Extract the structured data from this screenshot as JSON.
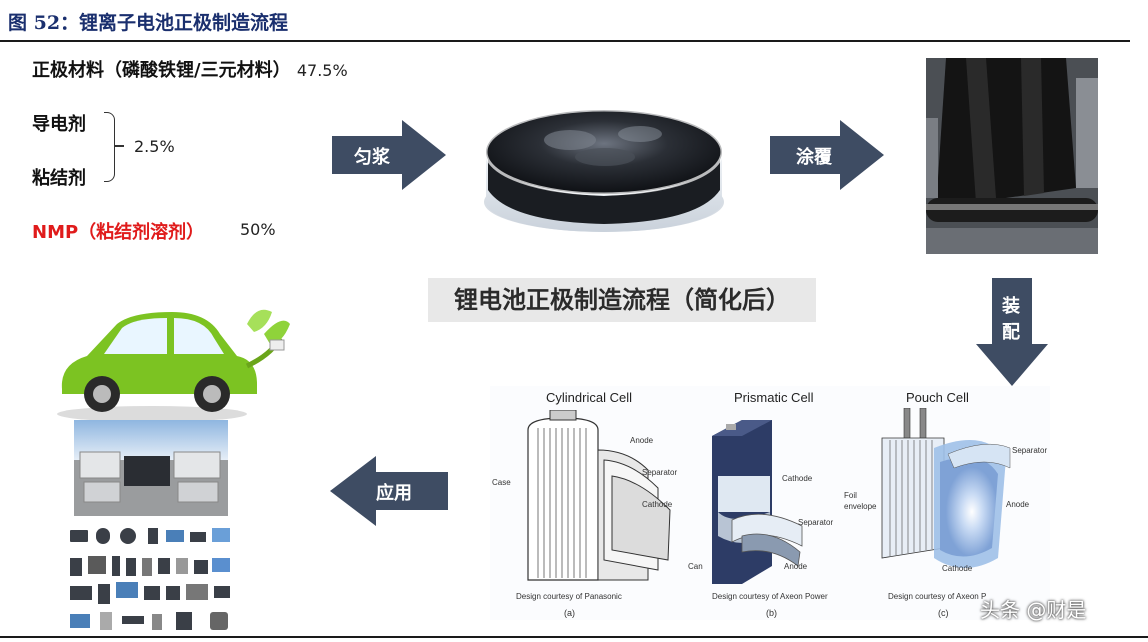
{
  "figure_title": "图 52：锂离子电池正极制造流程",
  "materials": {
    "cathode": {
      "label": "正极材料（磷酸铁锂/三元材料）",
      "pct": "47.5%"
    },
    "conductive": {
      "label": "导电剂"
    },
    "binder": {
      "label": "粘结剂"
    },
    "brace_pct": "2.5%",
    "nmp": {
      "label": "NMP（粘结剂溶剂）",
      "pct": "50%"
    }
  },
  "steps": {
    "mix": "匀浆",
    "coat": "涂覆",
    "assemble": "装配",
    "apply": "应用"
  },
  "center_title": "锂电池正极制造流程（简化后）",
  "cells": {
    "cylindrical": {
      "title": "Cylindrical Cell",
      "labels": [
        "Anode",
        "Separator",
        "Cathode",
        "Case"
      ],
      "credit": "Design courtesy of Panasonic",
      "sub": "(a)"
    },
    "prismatic": {
      "title": "Prismatic Cell",
      "labels": [
        "Cathode",
        "Separator",
        "Anode",
        "Can"
      ],
      "credit": "Design courtesy of Axeon Power",
      "sub": "(b)"
    },
    "pouch": {
      "title": "Pouch Cell",
      "labels": [
        "Separator",
        "Anode",
        "Cathode",
        "Foil envelope"
      ],
      "credit": "Design courtesy of Axeon P",
      "sub": "(c)"
    }
  },
  "watermark": "头条 @财是",
  "colors": {
    "arrow": "#3e4c63",
    "title": "#1a2f6e",
    "nmp": "#e01b1b"
  }
}
